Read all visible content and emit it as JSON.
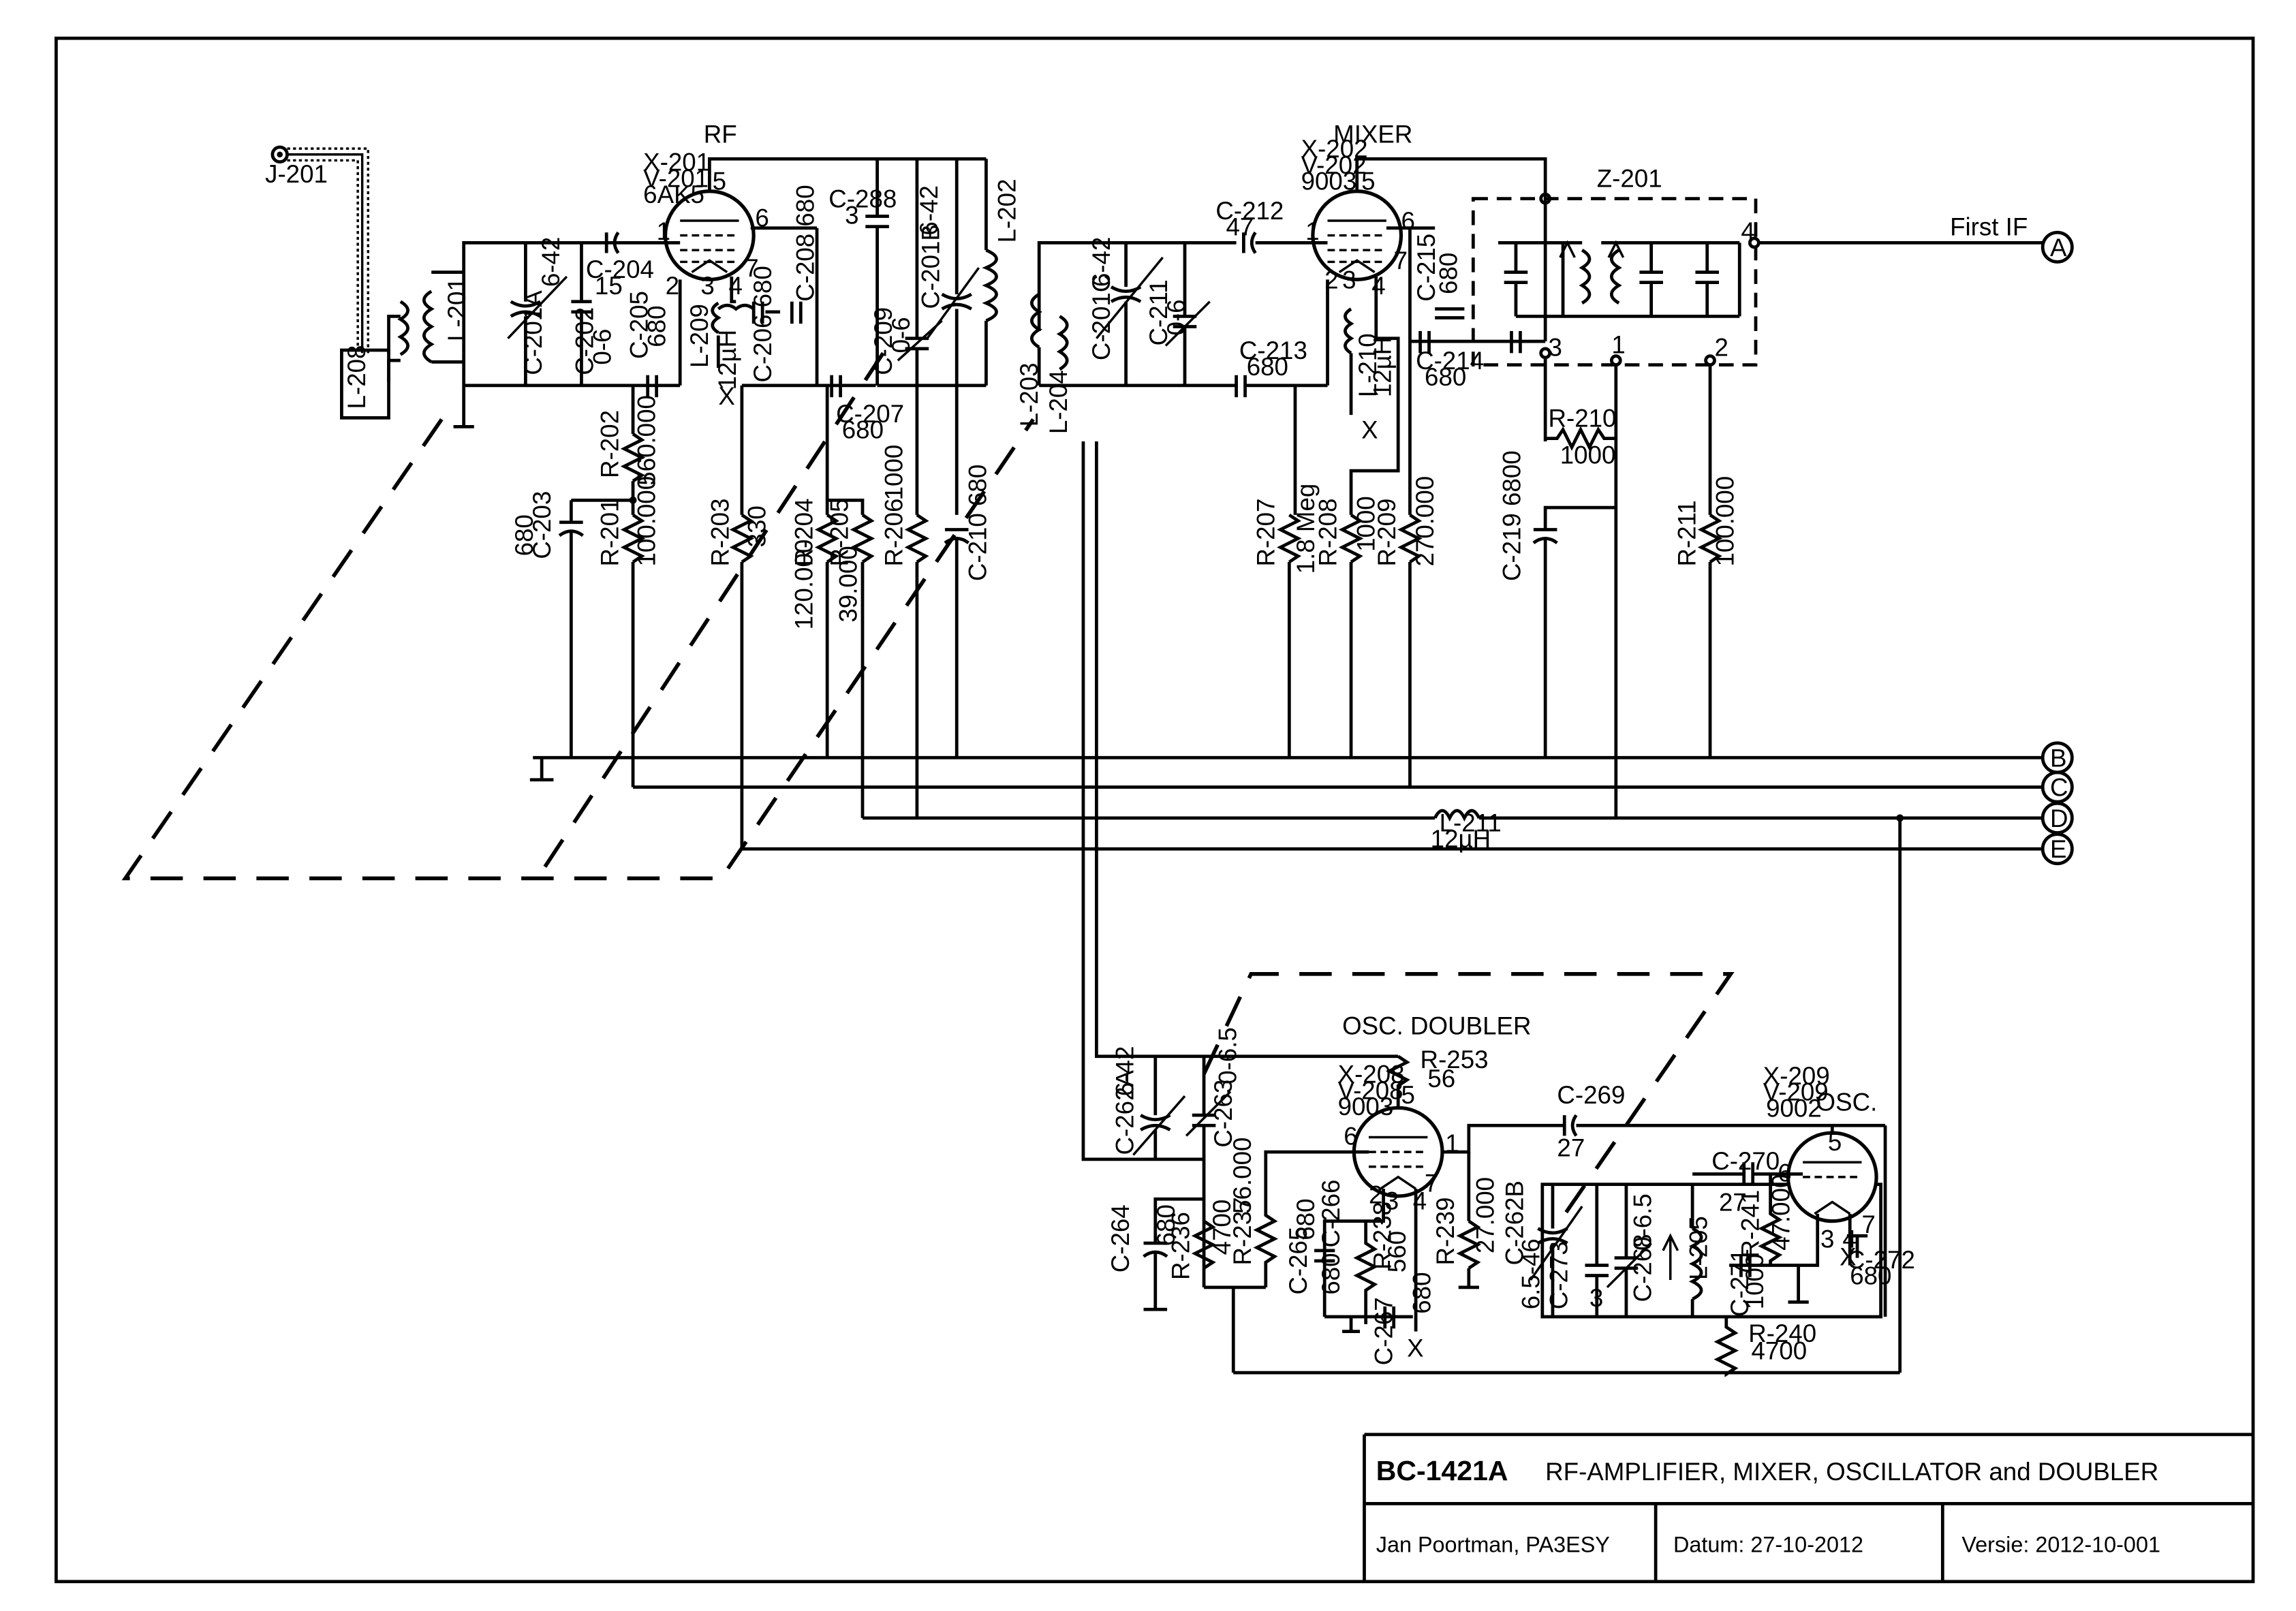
{
  "title_block": {
    "model": "BC-1421A",
    "description": "RF-AMPLIFIER, MIXER, OSCILLATOR and DOUBLER",
    "author": "Jan Poortman, PA3ESY",
    "date": "Datum: 27-10-2012",
    "version": "Versie: 2012-10-001"
  },
  "sections": {
    "rf": "RF",
    "mixer": "MIXER",
    "osc_doubler": "OSC. DOUBLER",
    "osc": "OSC."
  },
  "tubes": {
    "v201": [
      "X-201",
      "V-201",
      "6AK5"
    ],
    "v202": [
      "X-202",
      "V-202",
      "9003"
    ],
    "v208": [
      "X-208",
      "V-208",
      "9003"
    ],
    "v209": [
      "X-209",
      "V-209",
      "9002"
    ]
  },
  "connectors": {
    "j201": "J-201",
    "a": "A",
    "b": "B",
    "c": "C",
    "d": "D",
    "e": "E",
    "first_if": "First IF",
    "z201": "Z-201"
  },
  "components": {
    "l208": "L-208",
    "l201": "L-201",
    "l202": "L-202",
    "l203": "L-203",
    "l204": "L-204",
    "l209": "L-209",
    "l209v": "12µH",
    "l210": "L-210",
    "l210v": "12µH",
    "l211": "L-211",
    "l211v": "12µH",
    "l205": "L-205",
    "c201a": "C-201A",
    "c201a_v": "6-42",
    "c202": "C-202",
    "c202_v": "0-6",
    "c204": "C-204",
    "c204_v": "15",
    "c205": "C-205",
    "c205_v": "680",
    "c288": "C-288",
    "c288_v": "3",
    "c206": "C-206 680",
    "c207": "C-207",
    "c207_v": "680",
    "c208": "C-208 680",
    "c209": "C-209",
    "c209_v": "0-6",
    "c201b": "C-201B",
    "c201b_v": "6-42",
    "c210": "C-210 680",
    "c203": "C-203",
    "c203_v": "680",
    "c212": "C-212",
    "c212_v": "47",
    "c213": "C-213",
    "c213_v": "680",
    "c201c": "C-201C",
    "c201c_v": "6-42",
    "c211": "C-211",
    "c211_v": "0-6",
    "c215": "C-215",
    "c215_v": "680",
    "c214": "C-214",
    "c214_v": "680",
    "c219": "C-219 6800",
    "r202": "R-202",
    "r202_v": "560.000",
    "r201": "R-201",
    "r201_v": "100.000",
    "r203": "R-203",
    "r203_v": "330",
    "r204": "R-204",
    "r204_v": "120.000",
    "r205": "R-205",
    "r205_v": "39.000",
    "r206": "R-206",
    "r206_v": "1000",
    "r207": "R-207",
    "r207_v": "1.8 Meg",
    "r208": "R-208",
    "r208_v": "1000",
    "r209": "R-209",
    "r209_v": "270.000",
    "r210": "R-210",
    "r210_v": "1000",
    "r211": "R-211",
    "r211_v": "100.000",
    "c262a": "C-262A",
    "c262a_v": "6-42",
    "c263": "C-263",
    "c263_v": "0-6.5",
    "c264": "C-264",
    "c264_v": "680",
    "r236": "R-236",
    "r236_v": "4700",
    "r237": "R-237",
    "r237_v": "56.000",
    "c265": "C-265",
    "c265_v": "680",
    "c266": "C-266",
    "c266_v": "680",
    "r238": "R-238",
    "r238_v": "560",
    "c267": "C-267",
    "c267_v": "680",
    "r253": "R-253",
    "r253_v": "56",
    "c269": "C-269",
    "c269_v": "27",
    "r239": "R-239",
    "r239_v": "27.000",
    "c262b": "C-262B",
    "c262b_v": "6.5-46",
    "c273": "C-273",
    "c273_v": "3",
    "c268": "C-268",
    "c268_v": "0-6.5",
    "c270": "C-270",
    "c270_v": "27",
    "r241": "R-241",
    "r241_v": "47.000",
    "c271": "C-271",
    "c271_v": "1000",
    "c272": "C-272",
    "c272_v": "680",
    "r240": "R-240",
    "r240_v": "4700"
  },
  "pins": [
    "1",
    "2",
    "3",
    "4",
    "5",
    "6",
    "7"
  ],
  "misc": {
    "x": "X"
  }
}
